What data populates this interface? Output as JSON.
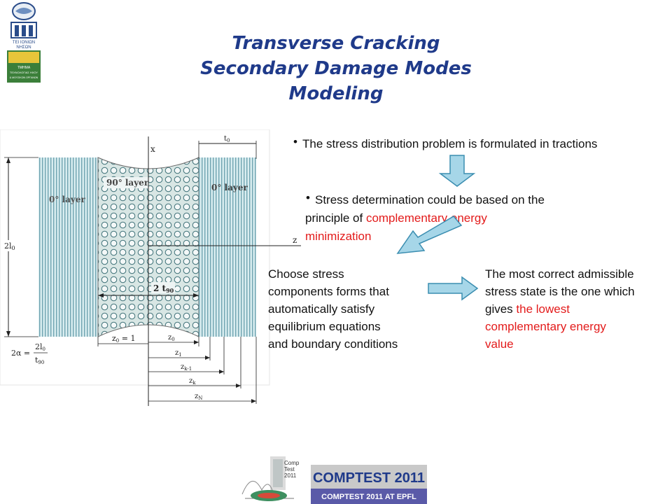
{
  "logo": {
    "line1": "ΤΕΙ ΙΟΝΙΩΝ",
    "line2": "ΝΗΣΩΝ",
    "line3": "ΤΜΗΜΑ",
    "line4": "ΤΕΧΝΟΛΟΓΙΑΣ ΗΧΟΥ",
    "line5": "& ΜΟΥΣΙΚΩΝ ΟΡΓΑΝΩΝ"
  },
  "title": {
    "line1": "Transverse Cracking",
    "line2": "Secondary Damage Modes",
    "line3": "Modeling"
  },
  "bullets": {
    "b1": "The stress distribution problem is formulated in tractions",
    "b2_line1": "Stress determination could be based on the",
    "b2_line2a": "principle of ",
    "b2_line2b": "complementary energy",
    "b2_line3": "minimization"
  },
  "left_box": {
    "l1": "Choose stress",
    "l2": "components forms that",
    "l3": "automatically satisfy",
    "l4": "equilibrium equations",
    "l5": "and boundary conditions"
  },
  "right_box": {
    "l1": "The most correct admissible",
    "l2": "stress state is the one which",
    "l3a": "gives ",
    "l3b": "the lowest",
    "l4": "complementary energy",
    "l5": "value"
  },
  "diagram": {
    "layer0_left": "0° layer",
    "layer90": "90° layer",
    "layer0_right": "0° layer",
    "axis_x": "x",
    "axis_z": "z",
    "t0": "t",
    "t0_sub": "0",
    "two_l0": "2l",
    "two_l0_sub": "0",
    "two_t90": "2 t",
    "two_t90_sub": "90",
    "z0_eq": "z",
    "z0_eq_sub": "0",
    "z0_eq_rest": " = 1",
    "z0": "z",
    "z0_sub": "0",
    "z1": "z",
    "z1_sub": "1",
    "zk1": "z",
    "zk1_sub": "k-1",
    "zk": "z",
    "zk_sub": "k",
    "zN": "z",
    "zN_sub": "N",
    "alpha_lhs": "2α =",
    "alpha_num": "2l",
    "alpha_num_sub": "0",
    "alpha_den": "t",
    "alpha_den_sub": "90"
  },
  "footer": {
    "brand": "COMPTEST 2011",
    "sub": "COMPTEST 2011 AT EPFL",
    "badge1": "Comp",
    "badge2": "Test",
    "badge3": "2011"
  },
  "colors": {
    "title": "#1f3a8a",
    "red_text": "#e31b1b",
    "arrow_fill": "#9fd3e6",
    "arrow_stroke": "#3a8db0",
    "layer0": "#cfe6ea",
    "layer90_bg": "#cfe0e0",
    "footer_bg": "#5a5aa8"
  }
}
